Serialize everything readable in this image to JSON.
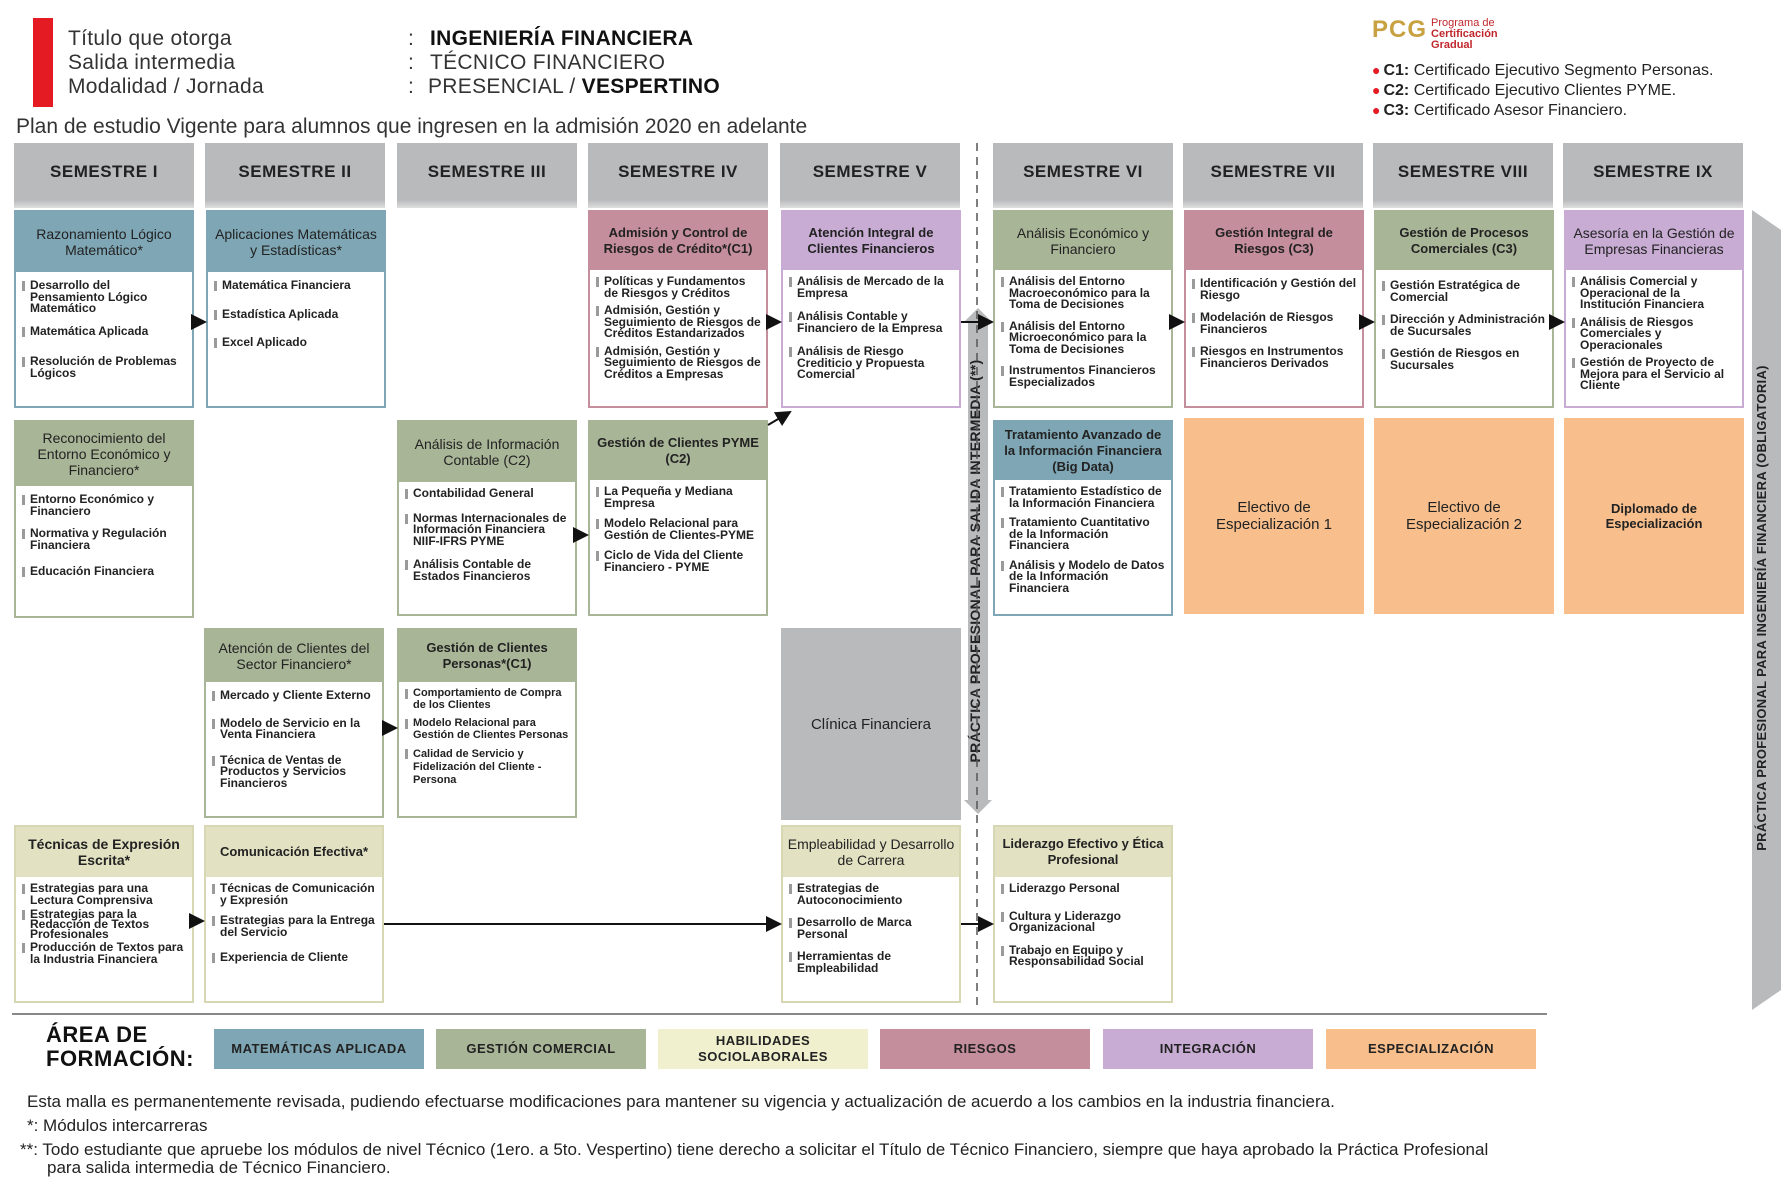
{
  "header": {
    "labels": [
      "Título que otorga",
      "Salida intermedia",
      "Modalidad / Jornada"
    ],
    "colon": ":",
    "titulo": "INGENIERÍA FINANCIERA",
    "salida": "TÉCNICO FINANCIERO",
    "modalidad": "PRESENCIAL",
    "slash": " / ",
    "jornada": "VESPERTINO",
    "plan": "Plan de estudio Vigente para alumnos que ingresen en la admisión 2020 en adelante"
  },
  "pcg": {
    "logo": "PCG",
    "line1": "Programa de",
    "line2": "Certificación",
    "line3": "Gradual",
    "certs": [
      {
        "code": "C1:",
        "text": " Certificado Ejecutivo Segmento Personas."
      },
      {
        "code": "C2:",
        "text": " Certificado Ejecutivo Clientes PYME."
      },
      {
        "code": "C3:",
        "text": " Certificado Asesor Financiero."
      }
    ]
  },
  "semesters": [
    "SEMESTRE I",
    "SEMESTRE II",
    "SEMESTRE III",
    "SEMESTRE IV",
    "SEMESTRE V",
    "SEMESTRE VI",
    "SEMESTRE VII",
    "SEMESTRE VIII",
    "SEMESTRE IX"
  ],
  "modules": {
    "m1": {
      "title": "Razonamiento Lógico Matemático*",
      "items": [
        "Desarrollo del Pensamiento Lógico Matemático",
        "Matemática Aplicada",
        "Resolución de Problemas Lógicos"
      ]
    },
    "m2": {
      "title": "Aplicaciones Matemáticas y Estadísticas*",
      "items": [
        "Matemática Financiera",
        "Estadística Aplicada",
        "Excel Aplicado"
      ]
    },
    "m3": {
      "title": "Admisión y Control de Riesgos de Crédito*(C1)",
      "items": [
        "Políticas y Fundamentos de Riesgos y Créditos",
        "Admisión, Gestión y Seguimiento de Riesgos de Créditos Estandarizados",
        "Admisión, Gestión y Seguimiento de Riesgos de Créditos a Empresas"
      ]
    },
    "m4": {
      "title": "Atención Integral de Clientes Financieros",
      "items": [
        "Análisis de Mercado de la Empresa",
        "Análisis Contable y Financiero de la Empresa",
        "Análisis de Riesgo Crediticio y Propuesta Comercial"
      ]
    },
    "m5": {
      "title": "Análisis Económico y Financiero",
      "items": [
        "Análisis del Entorno Macroeconómico para la Toma de Decisiones",
        "Análisis del Entorno Microeconómico para la Toma de Decisiones",
        "Instrumentos Financieros Especializados"
      ]
    },
    "m6": {
      "title": "Gestión Integral de Riesgos (C3)",
      "items": [
        "Identificación y Gestión del Riesgo",
        "Modelación de Riesgos Financieros",
        "Riesgos en Instrumentos Financieros Derivados"
      ]
    },
    "m7": {
      "title": "Gestión de Procesos Comerciales (C3)",
      "items": [
        "Gestión Estratégica de Comercial",
        "Dirección y Administración de Sucursales",
        "Gestión de Riesgos en Sucursales"
      ]
    },
    "m8": {
      "title": "Asesoría en la Gestión de Empresas Financieras",
      "items": [
        "Análisis Comercial y Operacional de la Institución Financiera",
        "Análisis de Riesgos Comerciales y Operacionales",
        "Gestión de Proyecto de Mejora para el Servicio al Cliente"
      ]
    },
    "m9": {
      "title": "Reconocimiento del Entorno Económico y Financiero*",
      "items": [
        "Entorno Económico y Financiero",
        "Normativa y Regulación Financiera",
        "Educación Financiera"
      ]
    },
    "m10": {
      "title": "Análisis de Información Contable (C2)",
      "items": [
        "Contabilidad General",
        "Normas Internacionales de Información Financiera NIIF-IFRS PYME",
        "Análisis Contable de Estados Financieros"
      ]
    },
    "m11": {
      "title": "Gestión de Clientes PYME (C2)",
      "items": [
        "La Pequeña y Mediana Empresa",
        "Modelo Relacional para Gestión de Clientes-PYME",
        "Ciclo de Vida del Cliente Financiero - PYME"
      ]
    },
    "m12": {
      "title": "Tratamiento Avanzado de la Información Financiera (Big Data)",
      "items": [
        "Tratamiento Estadístico de la Información Financiera",
        "Tratamiento Cuantitativo de la Información Financiera",
        "Análisis y Modelo de Datos de la Información Financiera"
      ]
    },
    "m13": {
      "title": "Atención de Clientes del Sector Financiero*",
      "items": [
        "Mercado y Cliente Externo",
        "Modelo de Servicio en la Venta Financiera",
        "Técnica de Ventas de Productos y Servicios Financieros"
      ]
    },
    "m14": {
      "title": "Gestión de Clientes Personas*(C1)",
      "items": [
        "Comportamiento de Compra de los Clientes",
        "Modelo Relacional para Gestión de Clientes Personas",
        "Calidad de Servicio y Fidelización del Cliente - Persona"
      ]
    },
    "m15": {
      "title": "Técnicas de Expresión Escrita*",
      "items": [
        "Estrategias para una Lectura Comprensiva",
        "Estrategias para la Redacción de Textos Profesionales",
        "Producción de Textos para la Industria Financiera"
      ]
    },
    "m16": {
      "title": "Comunicación Efectiva*",
      "items": [
        "Técnicas de Comunicación y Expresión",
        "Estrategias para la Entrega del Servicio",
        "Experiencia de Cliente"
      ]
    },
    "m17": {
      "title": "Empleabilidad y Desarrollo de Carrera",
      "items": [
        "Estrategias de Autoconocimiento",
        "Desarrollo de Marca Personal",
        "Herramientas de Empleabilidad"
      ]
    },
    "m18": {
      "title": "Liderazgo Efectivo y Ética Profesional",
      "items": [
        "Liderazgo Personal",
        "Cultura y Liderazgo Organizacional",
        "Trabajo en Equipo y Responsabilidad Social"
      ]
    }
  },
  "electives": [
    "Electivo de Especialización 1",
    "Electivo de Especialización 2",
    "Diplomado de Especialización"
  ],
  "clinica": "Clínica Financiera",
  "practica_intermedia": "PRÁCTICA PROFESIONAL PARA SALIDA INTERMEDIA (**)",
  "practica_final": "PRÁCTICA PROFESIONAL PARA INGENIERÍA FINANCIERA (OBLIGATORIA)",
  "legend": {
    "title_line1": "ÁREA DE",
    "title_line2": "FORMACIÓN:",
    "items": [
      {
        "label": "MATEMÁTICAS APLICADA",
        "color": "#7ea6b4"
      },
      {
        "label": "GESTIÓN COMERCIAL",
        "color": "#a9b597"
      },
      {
        "label": "HABILIDADES SOCIOLABORALES",
        "color": "#f0f0cf"
      },
      {
        "label": "RIESGOS",
        "color": "#c58e9c"
      },
      {
        "label": "INTEGRACIÓN",
        "color": "#c8acd4"
      },
      {
        "label": "ESPECIALIZACIÓN",
        "color": "#f8bf8c"
      }
    ]
  },
  "footer": {
    "line1": "Esta malla es permanentemente revisada, pudiendo efectuarse modificaciones para mantener su vigencia y actualización de acuerdo a los cambios en la industria financiera.",
    "line2": "*: Módulos intercarreras",
    "line3": "**: Todo estudiante que apruebe los módulos de nivel Técnico (1ero. a 5to. Vespertino) tiene derecho a solicitar el Título de Técnico Financiero, siempre que haya  aprobado la Práctica Profesional",
    "line4": "para salida intermedia de Técnico Financiero."
  }
}
